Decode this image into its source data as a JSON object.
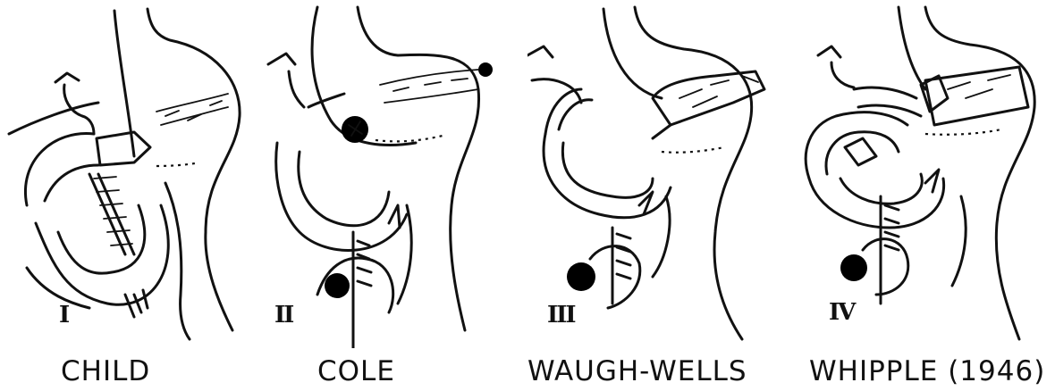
{
  "panels": [
    {
      "numeral": "I",
      "caption": "CHILD"
    },
    {
      "numeral": "II",
      "caption": "COLE"
    },
    {
      "numeral": "III",
      "caption": "WAUGH-WELLS"
    },
    {
      "numeral": "IV",
      "caption": "WHIPPLE (1946)"
    }
  ]
}
